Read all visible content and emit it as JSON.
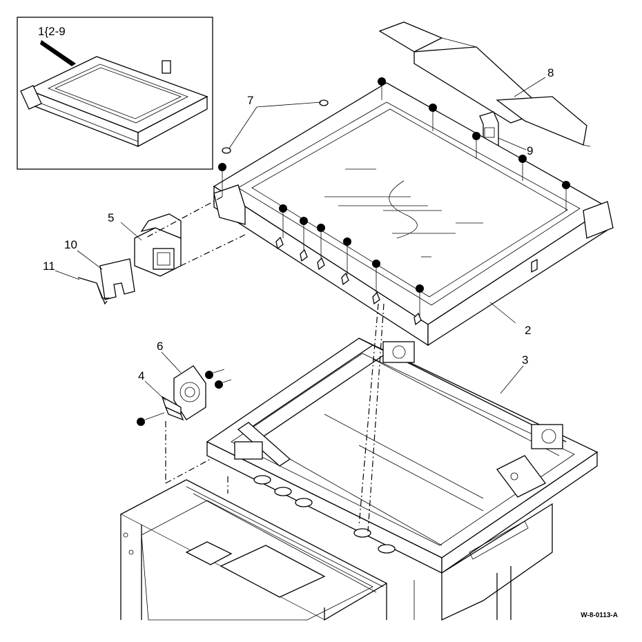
{
  "diagram": {
    "inset_label": "1{2-9",
    "callouts": {
      "c2": "2",
      "c3": "3",
      "c4": "4",
      "c5": "5",
      "c6": "6",
      "c7": "7",
      "c8": "8",
      "c9": "9",
      "c10": "10",
      "c11": "11"
    },
    "drawing_ref": "W-8-0113-A",
    "colors": {
      "line": "#000000",
      "background": "#ffffff"
    }
  }
}
